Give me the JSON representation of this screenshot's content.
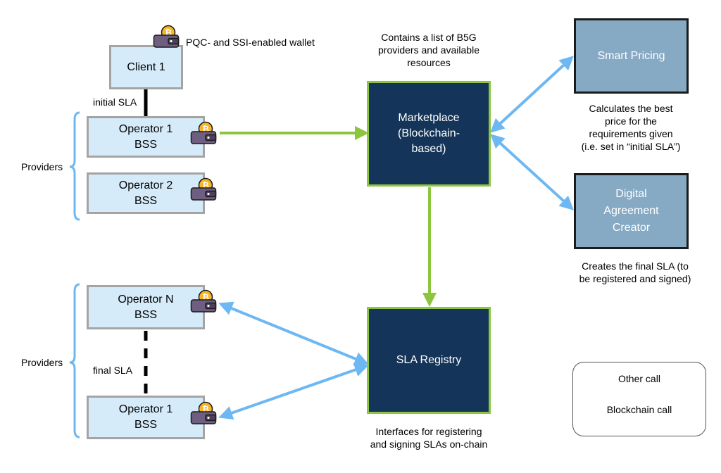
{
  "nodes": {
    "client1": [
      "Client 1"
    ],
    "operator1_top": [
      "Operator 1",
      "BSS"
    ],
    "operator2": [
      "Operator 2",
      "BSS"
    ],
    "operatorN": [
      "Operator N",
      "BSS"
    ],
    "operator1_bottom": [
      "Operator 1",
      "BSS"
    ],
    "marketplace": [
      "Marketplace",
      "(Blockchain-",
      "based)"
    ],
    "sla_registry": [
      "SLA Registry"
    ],
    "smart_pricing": [
      "Smart Pricing"
    ],
    "digital_agreement": [
      "Digital",
      "Agreement",
      "Creator"
    ]
  },
  "annotations": {
    "wallet_note": "PQC- and SSI-enabled wallet",
    "marketplace_note": [
      "Contains a list of B5G",
      "providers and available",
      "resources"
    ],
    "pricing_note": [
      "Calculates the best",
      "price for the",
      "requirements given",
      "(i.e. set in “initial SLA”)"
    ],
    "agreement_note": [
      "Creates the final SLA (to",
      "be registered and signed)"
    ],
    "registry_note": [
      "Interfaces for registering",
      "and signing SLAs on-chain"
    ],
    "initial_sla": "initial SLA",
    "final_sla": "final SLA",
    "providers_top": "Providers",
    "providers_bottom": "Providers"
  },
  "legend": {
    "other_call": "Other call",
    "blockchain_call": "Blockchain call"
  },
  "colors": {
    "other_call": "#6db8f2",
    "blockchain_call": "#8cc63f",
    "wallet_icon": "wallet-with-bitcoin-icon"
  }
}
